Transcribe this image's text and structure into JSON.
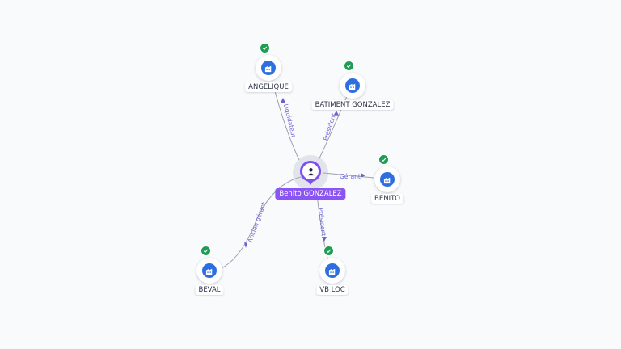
{
  "center": {
    "name": "Benito GONZALEZ",
    "icon": "person-icon",
    "color": "#7b4ff0"
  },
  "companies": [
    {
      "id": "angelique",
      "name": "ANGELIQUE",
      "icon": "company-building-icon",
      "status": "verified-check-icon"
    },
    {
      "id": "batiment",
      "name": "BATIMENT GONZALEZ",
      "icon": "company-building-icon",
      "status": "verified-check-icon"
    },
    {
      "id": "benito",
      "name": "BENITO",
      "icon": "company-building-icon",
      "status": "verified-check-icon"
    },
    {
      "id": "vbloc",
      "name": "VB LOC",
      "icon": "company-building-icon",
      "status": "verified-check-icon"
    },
    {
      "id": "beval",
      "name": "BEVAL",
      "icon": "company-building-icon",
      "status": "verified-check-icon"
    }
  ],
  "relations": [
    {
      "to": "angelique",
      "label": "Liquidateur"
    },
    {
      "to": "batiment",
      "label": "Président"
    },
    {
      "to": "benito",
      "label": "Gérant"
    },
    {
      "to": "vbloc",
      "label": "Président"
    },
    {
      "to": "beval",
      "label": "Ancien gérant"
    }
  ],
  "colors": {
    "company": "#2d6fe0",
    "check": "#1f9d55",
    "edge_label": "#6f65d6",
    "person_label_bg": "#8a55f2"
  }
}
